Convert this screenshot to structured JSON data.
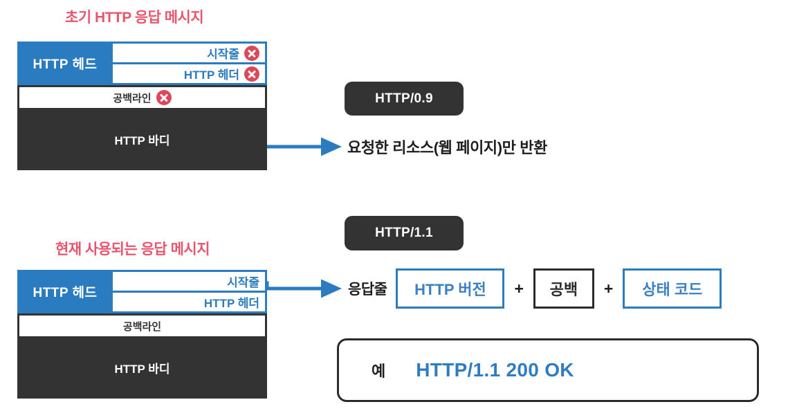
{
  "sections": {
    "initial": {
      "title": "초기 HTTP 응답 메시지",
      "diagram": {
        "head_label": "HTTP  헤드",
        "start_line": "시작줄",
        "http_header": "HTTP 헤더",
        "blank_line": "공백라인",
        "body": "HTTP 바디"
      },
      "version_pill": "HTTP/0.9",
      "description": "요청한 리소스(웹 페이지)만 반환"
    },
    "current": {
      "title": "현재 사용되는 응답 메시지",
      "diagram": {
        "head_label": "HTTP  헤드",
        "start_line": "시작줄",
        "http_header": "HTTP 헤더",
        "blank_line": "공백라인",
        "body": "HTTP 바디"
      },
      "version_pill": "HTTP/1.1",
      "formula": {
        "label": "응답줄",
        "part_version": "HTTP 버전",
        "operator_1": "+",
        "part_space": "공백",
        "operator_2": "+",
        "part_status": "상태 코드"
      },
      "example": {
        "label": "예",
        "value": "HTTP/1.1 200 OK"
      }
    }
  },
  "colors": {
    "title_red": "#e8556d",
    "accent_blue": "#2b7bc0",
    "text_blue": "#3b7fc4",
    "dark": "#333333",
    "x_badge_red": "#de4759"
  }
}
